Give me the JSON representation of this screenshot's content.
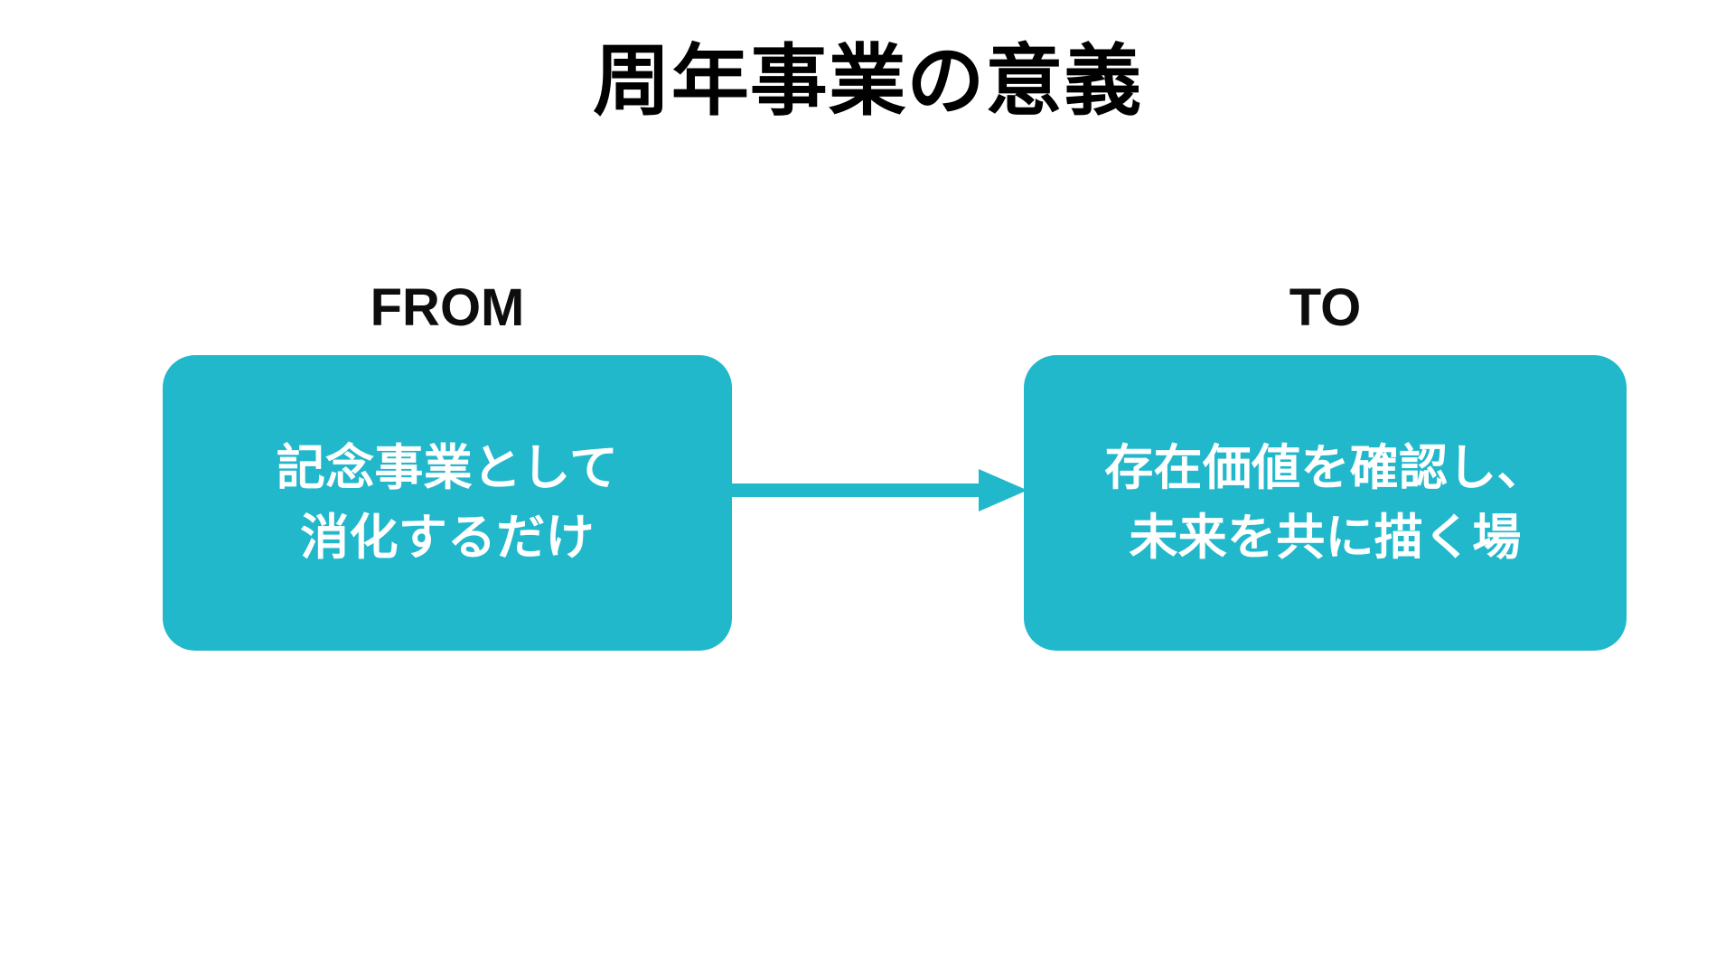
{
  "slide": {
    "title": "周年事業の意義",
    "background_color": "#ffffff",
    "title_color": "#000000",
    "accent_color": "#22b8cb"
  },
  "transition": {
    "from": {
      "caption": "FROM",
      "lines": [
        "記念事業として",
        "消化するだけ"
      ],
      "box_color": "#22b8cb",
      "text_color": "#ffffff"
    },
    "to": {
      "caption": "TO",
      "lines": [
        "存在価値を確認し、",
        "未来を共に描く場"
      ],
      "box_color": "#22b8cb",
      "text_color": "#ffffff"
    },
    "arrow": {
      "direction": "right",
      "color": "#22b8cb",
      "icon": "arrow-right-icon"
    }
  }
}
